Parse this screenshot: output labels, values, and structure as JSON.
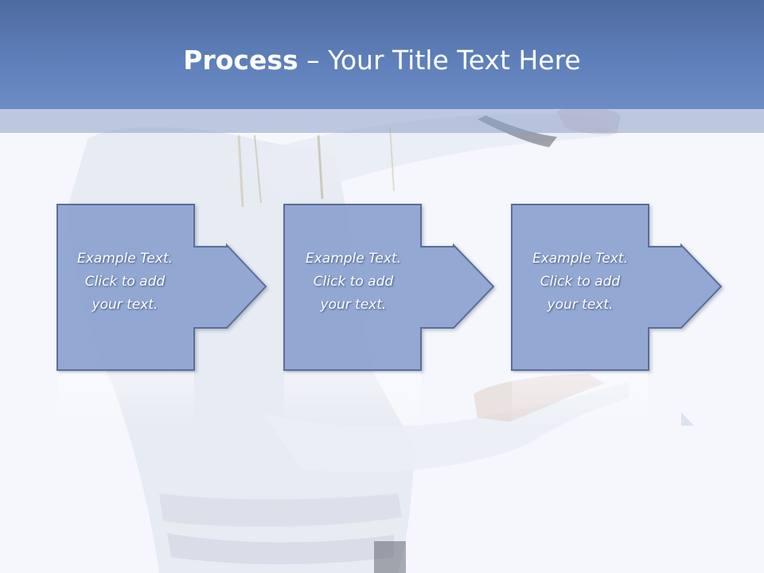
{
  "slide": {
    "title_bold": "Process",
    "title_rest": " – Your Title Text Here",
    "steps": [
      {
        "line1": "Example Text.",
        "line2": "Click  to add",
        "line3": "your text."
      },
      {
        "line1": "Example Text.",
        "line2": "Click  to add",
        "line3": "your text."
      },
      {
        "line1": "Example Text.",
        "line2": "Click  to add",
        "line3": "your text."
      }
    ]
  },
  "colors": {
    "title_bar": "#5e7fb9",
    "box_fill": "#8ea5d2",
    "box_border": "#5a6e97",
    "text": "#ffffff"
  }
}
